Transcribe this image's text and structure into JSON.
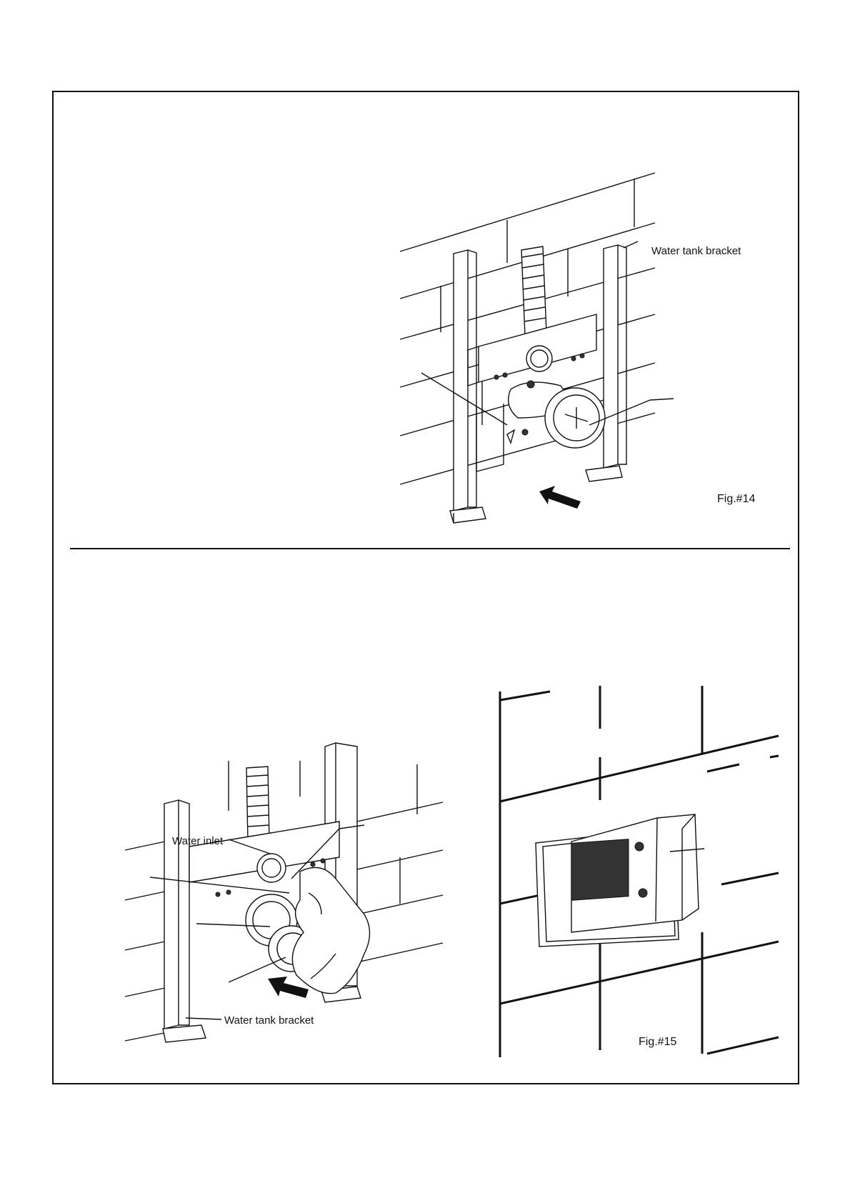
{
  "figures": [
    {
      "caption": "Fig.#14",
      "labels": [
        "Water tank bracket"
      ]
    },
    {
      "caption": "Fig.#15",
      "labels": [
        "Water inlet",
        "Water tank bracket"
      ]
    }
  ]
}
